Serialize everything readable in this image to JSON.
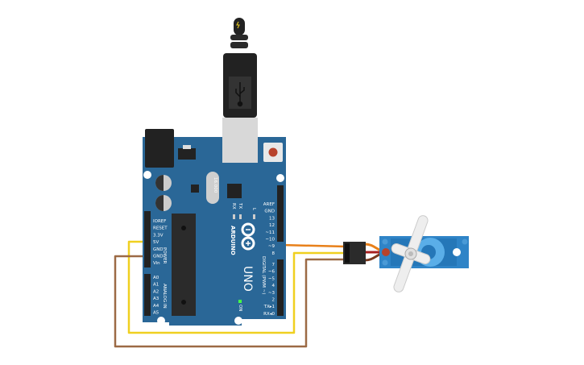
{
  "board": {
    "brand": "ARDUINO",
    "model": "UNO",
    "crystal": "16.000",
    "power_header_title": "POWER",
    "analog_header_title": "ANALOG IN",
    "digital_header_title": "DIGITAL (PWM ~)",
    "power_pins": [
      "IOREF",
      "RESET",
      "3.3V",
      "5V",
      "GND",
      "GND",
      "Vin"
    ],
    "analog_pins": [
      "A0",
      "A1",
      "A2",
      "A3",
      "A4",
      "A5"
    ],
    "digital_pins_top": [
      "AREF",
      "GND",
      "13",
      "12",
      "~11",
      "~10",
      "~9",
      "8"
    ],
    "digital_pins_bottom": [
      "7",
      "~6",
      "~5",
      "4",
      "~3",
      "2",
      "TX▸1",
      "RX◂0"
    ],
    "leds": [
      "RX",
      "TX",
      "L",
      "ON"
    ],
    "board_color": "#2a6797"
  },
  "wires": {
    "power_color": "#f0d020",
    "ground_color": "#9c6a45",
    "signal_color": "#e8801a"
  },
  "servo": {
    "body_color": "#2f84c7"
  },
  "usb_cable": {
    "icon": "usb-icon"
  }
}
